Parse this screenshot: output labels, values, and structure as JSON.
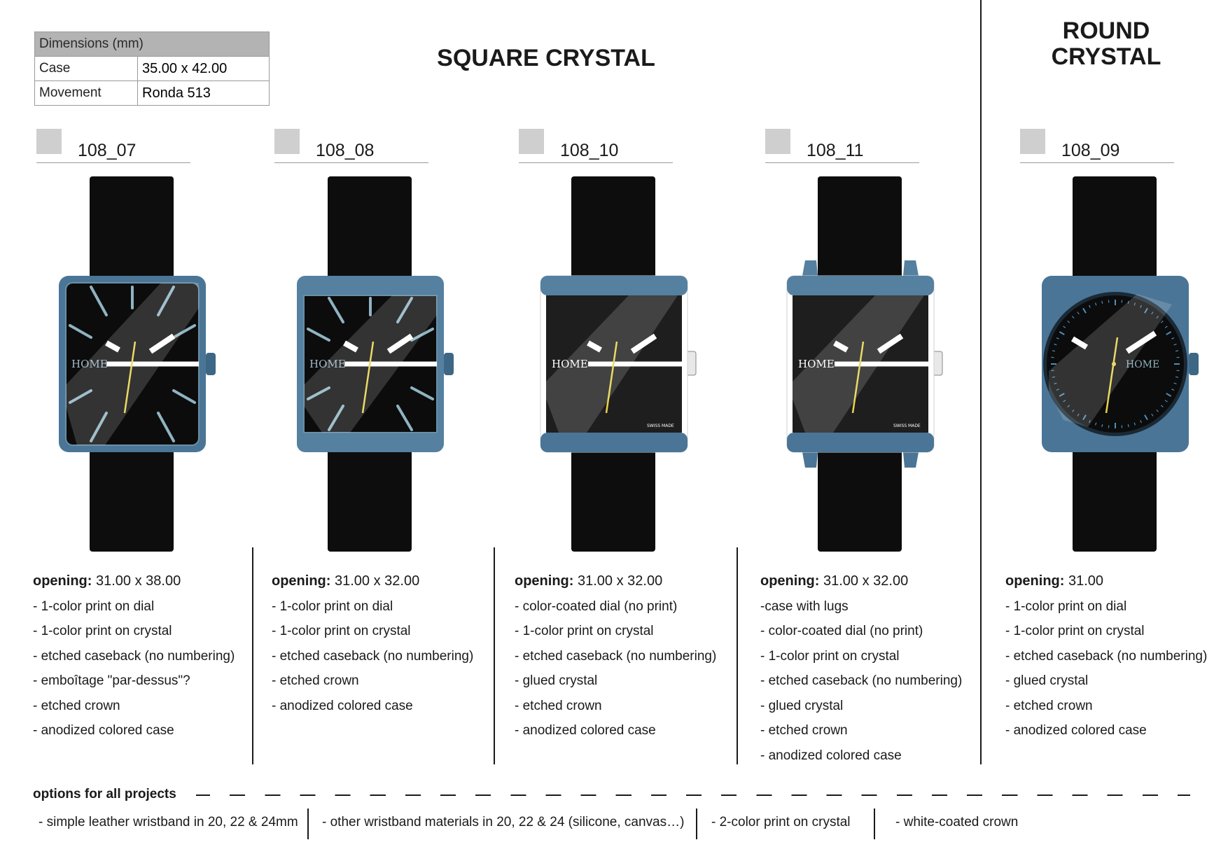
{
  "dimensions": {
    "header": "Dimensions (mm)",
    "rows": [
      {
        "key": "Case",
        "value": "35.00 x 42.00"
      },
      {
        "key": "Movement",
        "value": "Ronda 513"
      }
    ]
  },
  "titles": {
    "square": "SQUARE CRYSTAL",
    "round_line1": "ROUND",
    "round_line2": "CRYSTAL"
  },
  "dial_brand": "HOME",
  "dial_swiss": "SWISS MADE",
  "colors": {
    "case": "#4a7596",
    "case_dark": "#2f4f66",
    "strap": "#0d0d0d",
    "dial": "#111111",
    "index": "#8fb3c2",
    "second_hand": "#e8d34a"
  },
  "watches": [
    {
      "code": "108_07",
      "opening_label": "opening:",
      "opening_value": "31.00 x 38.00",
      "specs": [
        "- 1-color print on dial",
        "- 1-color print on crystal",
        "- etched caseback (no numbering)",
        "- emboîtage \"par-dessus\"?",
        "- etched crown",
        "- anodized colored case"
      ]
    },
    {
      "code": "108_08",
      "opening_label": "opening:",
      "opening_value": "31.00 x 32.00",
      "specs": [
        "- 1-color print on dial",
        "- 1-color print on crystal",
        "- etched caseback (no numbering)",
        "- etched crown",
        "- anodized colored case"
      ]
    },
    {
      "code": "108_10",
      "opening_label": "opening:",
      "opening_value": "31.00 x 32.00",
      "specs": [
        "- color-coated dial (no print)",
        "- 1-color print on crystal",
        "- etched caseback (no numbering)",
        "- glued crystal",
        "- etched crown",
        "- anodized colored case"
      ]
    },
    {
      "code": "108_11",
      "opening_label": "opening:",
      "opening_value": "31.00 x 32.00",
      "specs": [
        "-case with lugs",
        "- color-coated dial (no print)",
        "- 1-color print on crystal",
        "- etched caseback (no numbering)",
        "- glued crystal",
        "- etched crown",
        "- anodized colored case"
      ]
    },
    {
      "code": "108_09",
      "opening_label": "opening:",
      "opening_value": "31.00",
      "specs": [
        "- 1-color print on dial",
        "- 1-color print on crystal",
        "- etched caseback (no numbering)",
        "- glued crystal",
        "- etched crown",
        "- anodized colored case"
      ]
    }
  ],
  "options": {
    "title": "options for all projects",
    "items": [
      "- simple leather wristband in 20, 22 & 24mm",
      "- other wristband materials in 20, 22 & 24 (silicone, canvas…)",
      "- 2-color print on crystal",
      "- white-coated crown"
    ]
  }
}
